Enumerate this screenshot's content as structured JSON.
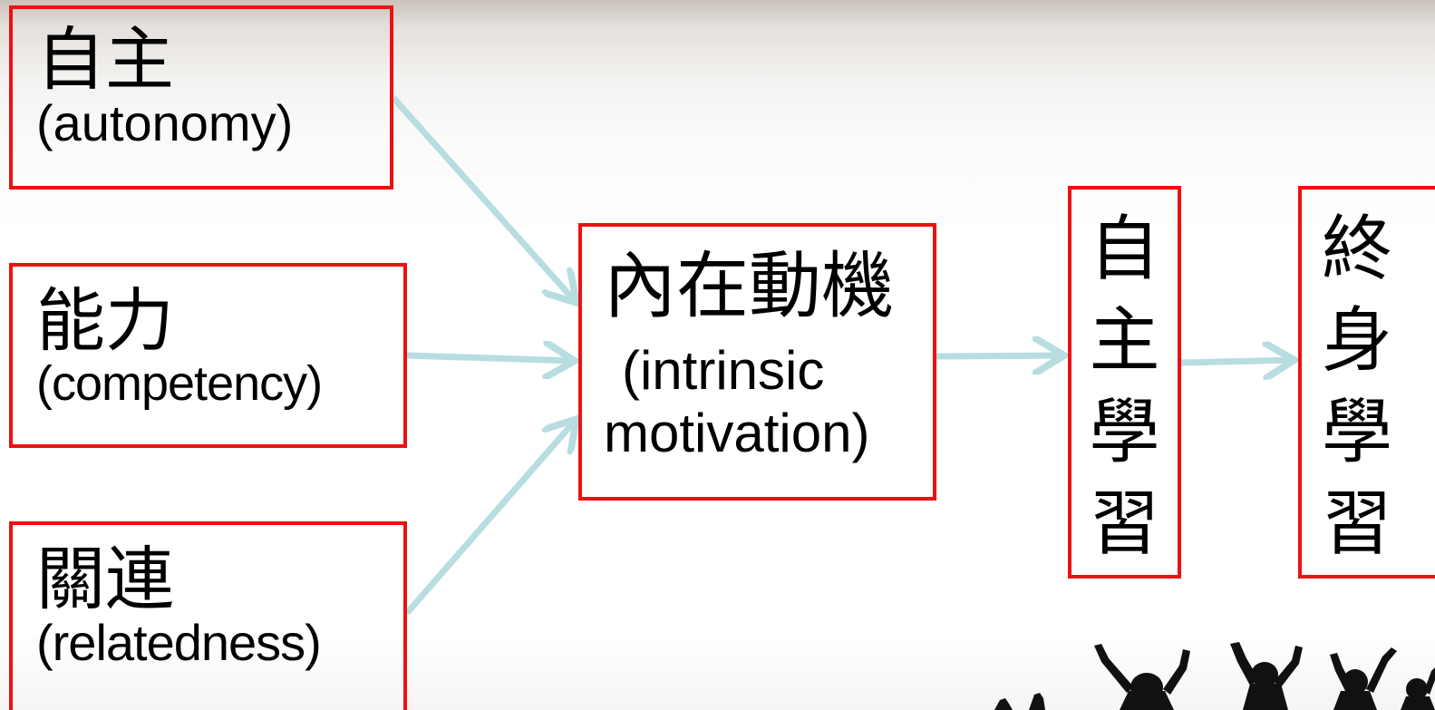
{
  "nodes": {
    "autonomy": {
      "zh": "自主",
      "en": "(autonomy)"
    },
    "competency": {
      "zh": "能力",
      "en": "(competency)"
    },
    "relatedness": {
      "zh": "關連",
      "en": "(relatedness)"
    },
    "intrinsic": {
      "zh": "內在動機",
      "en_line1": "(intrinsic",
      "en_line2": "motivation)"
    },
    "self_learning": {
      "chars": [
        "自",
        "主",
        "學",
        "習"
      ]
    },
    "lifelong_learning": {
      "chars": [
        "終",
        "身",
        "學",
        "習"
      ]
    }
  },
  "colors": {
    "box_border": "#ee1111",
    "arrow": "#b7dde0",
    "silhouette": "#111111"
  },
  "icons": [
    "cheering-crowd-silhouette"
  ]
}
